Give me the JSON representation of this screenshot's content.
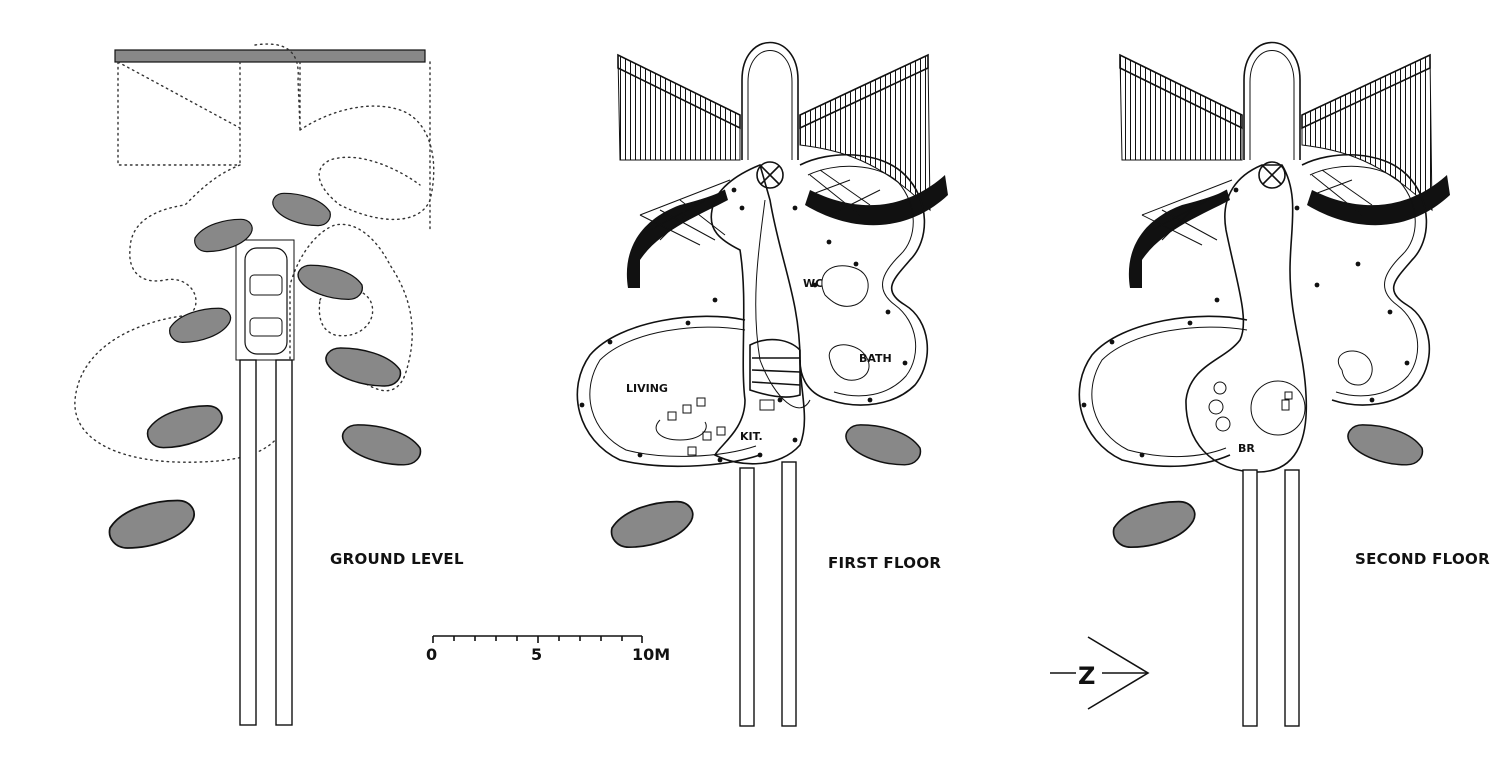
{
  "labels": {
    "ground_level": "GROUND LEVEL",
    "first_floor": "FIRST FLOOR",
    "second_floor": "SECOND FLOOR"
  },
  "rooms": {
    "living": "LIVING",
    "kitchen": "KIT.",
    "wc": "WC",
    "bath": "BATH",
    "bedroom": "BR"
  },
  "scale_bar": {
    "start": "0",
    "middle": "5",
    "end": "10M"
  },
  "north_arrow": {
    "letter": "Z"
  },
  "colors": {
    "ink": "#111111",
    "pool_fill": "#888888",
    "background": "#ffffff"
  }
}
